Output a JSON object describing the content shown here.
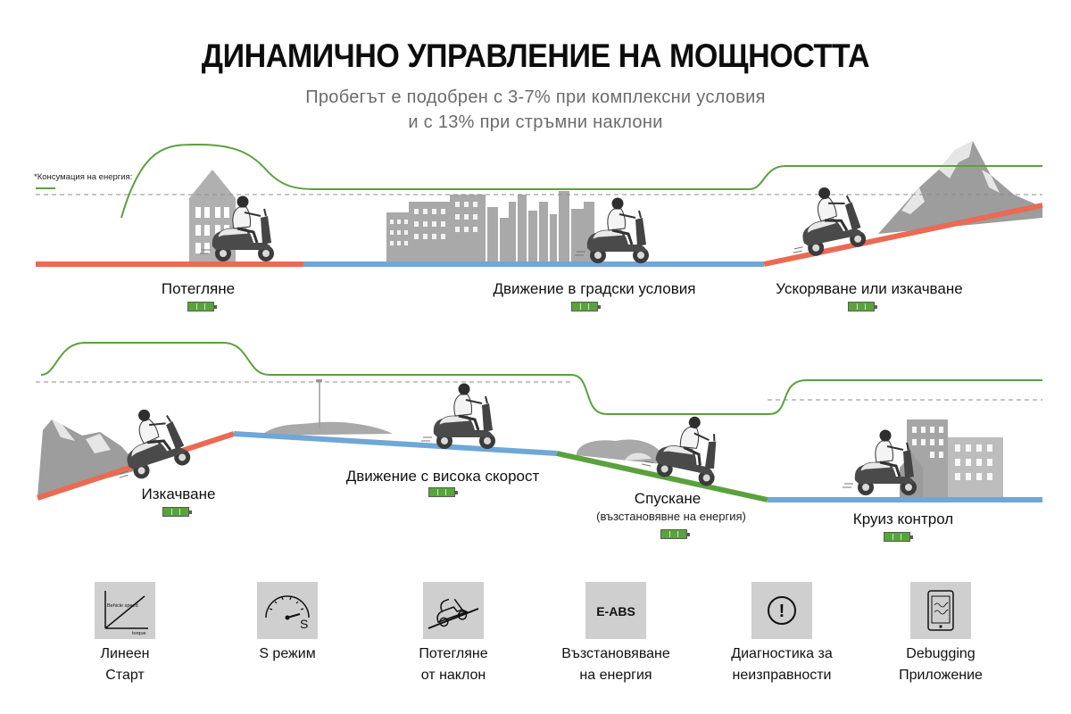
{
  "title": "ДИНАМИЧНО УПРАВЛЕНИЕ НА МОЩНОСТТА",
  "subtitle_line1": "Пробегът е подобрен с 3-7% при комплексни условия",
  "subtitle_line2": "и с 13% при стръмни наклони",
  "legend_label": "*Консумация на енергия:",
  "colors": {
    "power_line": "#5aa13d",
    "red_road": "#ea6a53",
    "blue_road": "#6fa7d7",
    "green_road": "#5aa13d",
    "scenery": "#a7a7a7",
    "tile": "#cfcfcf"
  },
  "scenes": [
    {
      "label": "Потегляне"
    },
    {
      "label": "Движение в градски условия"
    },
    {
      "label": "Ускоряване или изкачване"
    },
    {
      "label": "Изкачване"
    },
    {
      "label": "Движение с висока скорост"
    },
    {
      "label": "Спускане",
      "sublabel": "(възстановявне на енергия)"
    },
    {
      "label": "Круиз контрол"
    }
  ],
  "features": [
    {
      "line1": "Линеен",
      "line2": "Старт",
      "icon": "linear-graph-icon",
      "icon_text1": "Вehicle speed",
      "icon_text2": "torque"
    },
    {
      "line1": "S режим",
      "line2": "",
      "icon": "speedometer-icon",
      "icon_text1": "S"
    },
    {
      "line1": "Потегляне",
      "line2": "от наклон",
      "icon": "scooter-on-hill-icon"
    },
    {
      "line1": "Възстановяване",
      "line2": "на енергия",
      "icon": "eabs-icon",
      "icon_text1": "E-ABS"
    },
    {
      "line1": "Диагностика за",
      "line2": "неизправности",
      "icon": "warning-circle-icon",
      "icon_text1": "!"
    },
    {
      "line1": "Debugging",
      "line2": "Приложение",
      "icon": "tablet-icon"
    }
  ]
}
